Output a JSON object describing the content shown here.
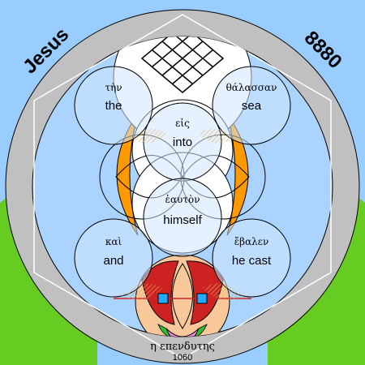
{
  "corner_left": "Jesus",
  "corner_right": "8880",
  "words": [
    {
      "greek": "τὴν",
      "english": "the"
    },
    {
      "greek": "θάλασσαν",
      "english": "sea"
    },
    {
      "greek": "εἰς",
      "english": "into"
    },
    {
      "greek": "ἑαυτὸν",
      "english": "himself"
    },
    {
      "greek": "καὶ",
      "english": "and"
    },
    {
      "greek": "ἔβαλεν",
      "english": "he cast"
    }
  ],
  "footer_greek": "η επενδυτης",
  "footer_number": "1060",
  "colors": {
    "sky": "#99ccff",
    "ground": "#66cc22",
    "ring": "#c0c0c0",
    "inner_disk": "#aad4ff",
    "circle_fill": "#cfe6ff",
    "orange": "#ff9900",
    "face": "#f8c89a",
    "red": "#cc2222",
    "pink": "#ee88dd",
    "grid": "#000000"
  }
}
